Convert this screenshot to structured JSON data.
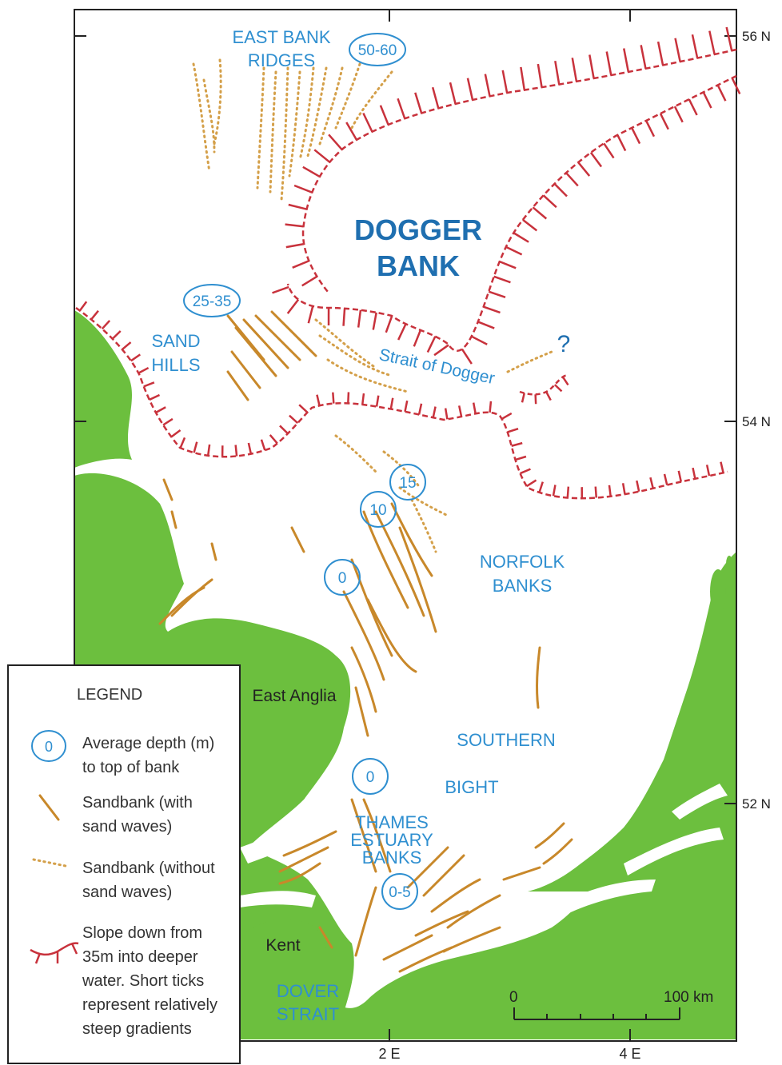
{
  "map": {
    "colors": {
      "land": "#6cbf3e",
      "sea": "#ffffff",
      "label_blue": "#2f8fd0",
      "dogger_blue": "#1f6fb0",
      "sandbank_wave": "#c8882a",
      "sandbank_dotted": "#d4a04a",
      "slope": "#c8323c",
      "frame": "#222222"
    },
    "lat_labels": [
      "56 N",
      "54 N",
      "52 N"
    ],
    "lon_labels": [
      "2 E",
      "4 E"
    ],
    "labels": {
      "east_bank_line1": "EAST BANK",
      "east_bank_line2": "RIDGES",
      "dogger_line1": "DOGGER",
      "dogger_line2": "BANK",
      "sand_hills_line1": "SAND",
      "sand_hills_line2": "HILLS",
      "strait_of_dogger": "Strait of Dogger",
      "question": "?",
      "norfolk_line1": "NORFOLK",
      "norfolk_line2": "BANKS",
      "east_anglia": "East Anglia",
      "southern": "SOUTHERN",
      "bight": "BIGHT",
      "thames_line1": "THAMES",
      "thames_line2": "ESTUARY",
      "thames_line3": "BANKS",
      "kent": "Kent",
      "dover_line1": "DOVER",
      "dover_line2": "STRAIT"
    },
    "depths": {
      "east_bank": "50-60",
      "sand_hills": "25-35",
      "norfolk_15": "15",
      "norfolk_10": "10",
      "norfolk_0": "0",
      "thames_0": "0",
      "thames_05": "0-5"
    },
    "scale": {
      "start": "0",
      "end": "100 km"
    }
  },
  "legend": {
    "title": "LEGEND",
    "depth_symbol": "0",
    "depth_line1": "Average depth (m)",
    "depth_line2": "to top of bank",
    "wave_line1": "Sandbank (with",
    "wave_line2": "sand waves)",
    "nowave_line1": "Sandbank (without",
    "nowave_line2": "sand waves)",
    "slope_line1": "Slope down from",
    "slope_line2": "35m into deeper",
    "slope_line3": "water.  Short ticks",
    "slope_line4": "represent relatively",
    "slope_line5": "steep gradients"
  }
}
